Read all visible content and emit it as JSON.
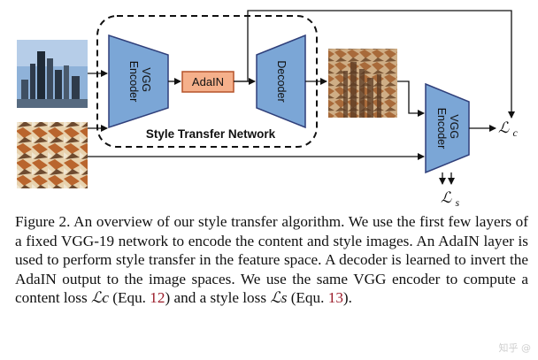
{
  "diagram": {
    "nodes": {
      "encoder_left": "VGG\nEncoder",
      "adain": "AdaIN",
      "decoder": "Decoder",
      "encoder_right": "VGG\nEncoder",
      "group_label": "Style Transfer Network"
    },
    "outputs": {
      "content_loss": "ℒc",
      "style_loss": "ℒs"
    },
    "images": {
      "content": "city-skyline",
      "style": "abstract-painting",
      "stylized": "stylized-city"
    },
    "colors": {
      "network_fill": "#7ba6d6",
      "network_stroke": "#2f3f7a",
      "adain_fill": "#f5b08b",
      "adain_stroke": "#b5532a"
    }
  },
  "caption": {
    "figure_label": "Figure 2.",
    "s1": "An overview of our style transfer algorithm. We use the first few layers of a fixed VGG-19 network to encode the content and style images. An AdaIN layer is used to perform style transfer in the feature space. A decoder is learned to invert the AdaIN output to the image spaces. We use the same VGG encoder to compute a content loss",
    "content_loss_symbol": "ℒc",
    "equ_open_1": "(Equ.",
    "ref_1": "12",
    "mid": ") and a style loss",
    "style_loss_symbol": "ℒs",
    "equ_open_2": "(Equ.",
    "ref_2": "13",
    "end": ")."
  },
  "watermark": "知乎 @"
}
